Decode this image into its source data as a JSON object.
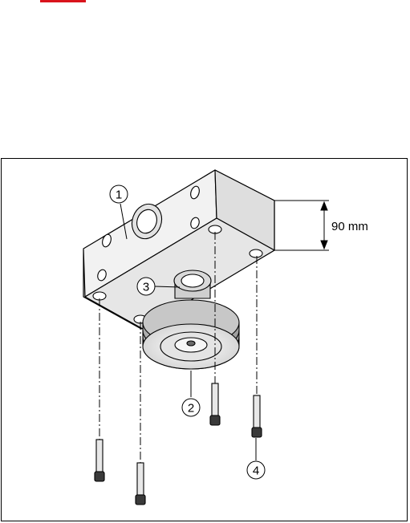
{
  "colors": {
    "red_mark": "#d9141c",
    "outline": "#000000",
    "body_light": "#f2f2f2",
    "body_mid": "#dcdcdc",
    "body_dark": "#b9b9b9"
  },
  "callouts": [
    {
      "number": "1"
    },
    {
      "number": "2"
    },
    {
      "number": "3"
    },
    {
      "number": "4"
    }
  ],
  "dimension": {
    "label": "90 mm"
  }
}
